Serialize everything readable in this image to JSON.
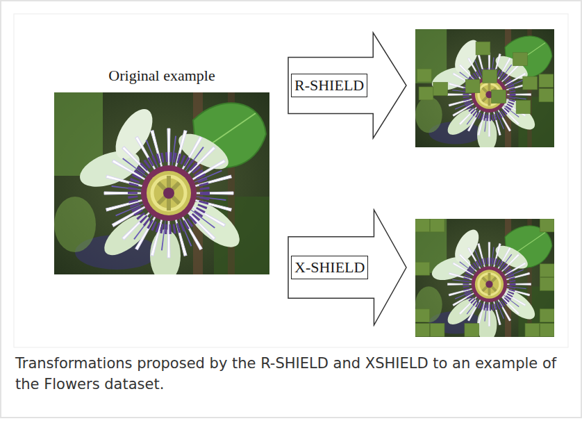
{
  "diagram": {
    "caption": "Transformations proposed by the R-SHIELD and XSHIELD to an example of the Flowers dataset.",
    "nodes": [
      {
        "text": [
          "Original example"
        ]
      },
      {
        "text": [
          "R-SHIELD"
        ]
      },
      {
        "text": [
          "X-SHIELD"
        ]
      }
    ]
  }
}
